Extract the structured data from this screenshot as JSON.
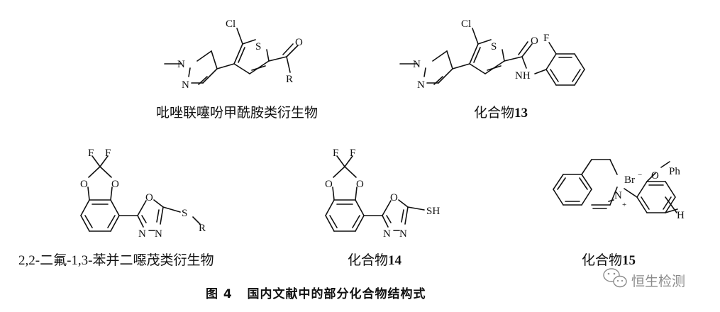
{
  "captions": {
    "pyrazole": "吡唑联噻吩甲酰胺类衍生物",
    "c13_prefix": "化合物",
    "c13_num": "13",
    "oxadiazole": "2,2-二氟-1,3-苯并二噁茂类衍生物",
    "c14_prefix": "化合物",
    "c14_num": "14",
    "c15_prefix": "化合物",
    "c15_num": "15"
  },
  "figure_caption": "图 4   国内文献中的部分化合物结构式",
  "watermark": {
    "text": "恒生检测",
    "icon": "wechat-icon"
  },
  "atoms": {
    "Cl": "Cl",
    "S": "S",
    "O": "O",
    "N": "N",
    "R": "R",
    "F": "F",
    "NH": "NH",
    "SH": "SH",
    "Br": "Br",
    "minus": "−",
    "plus": "+",
    "Ph": "Ph",
    "H": "H"
  }
}
